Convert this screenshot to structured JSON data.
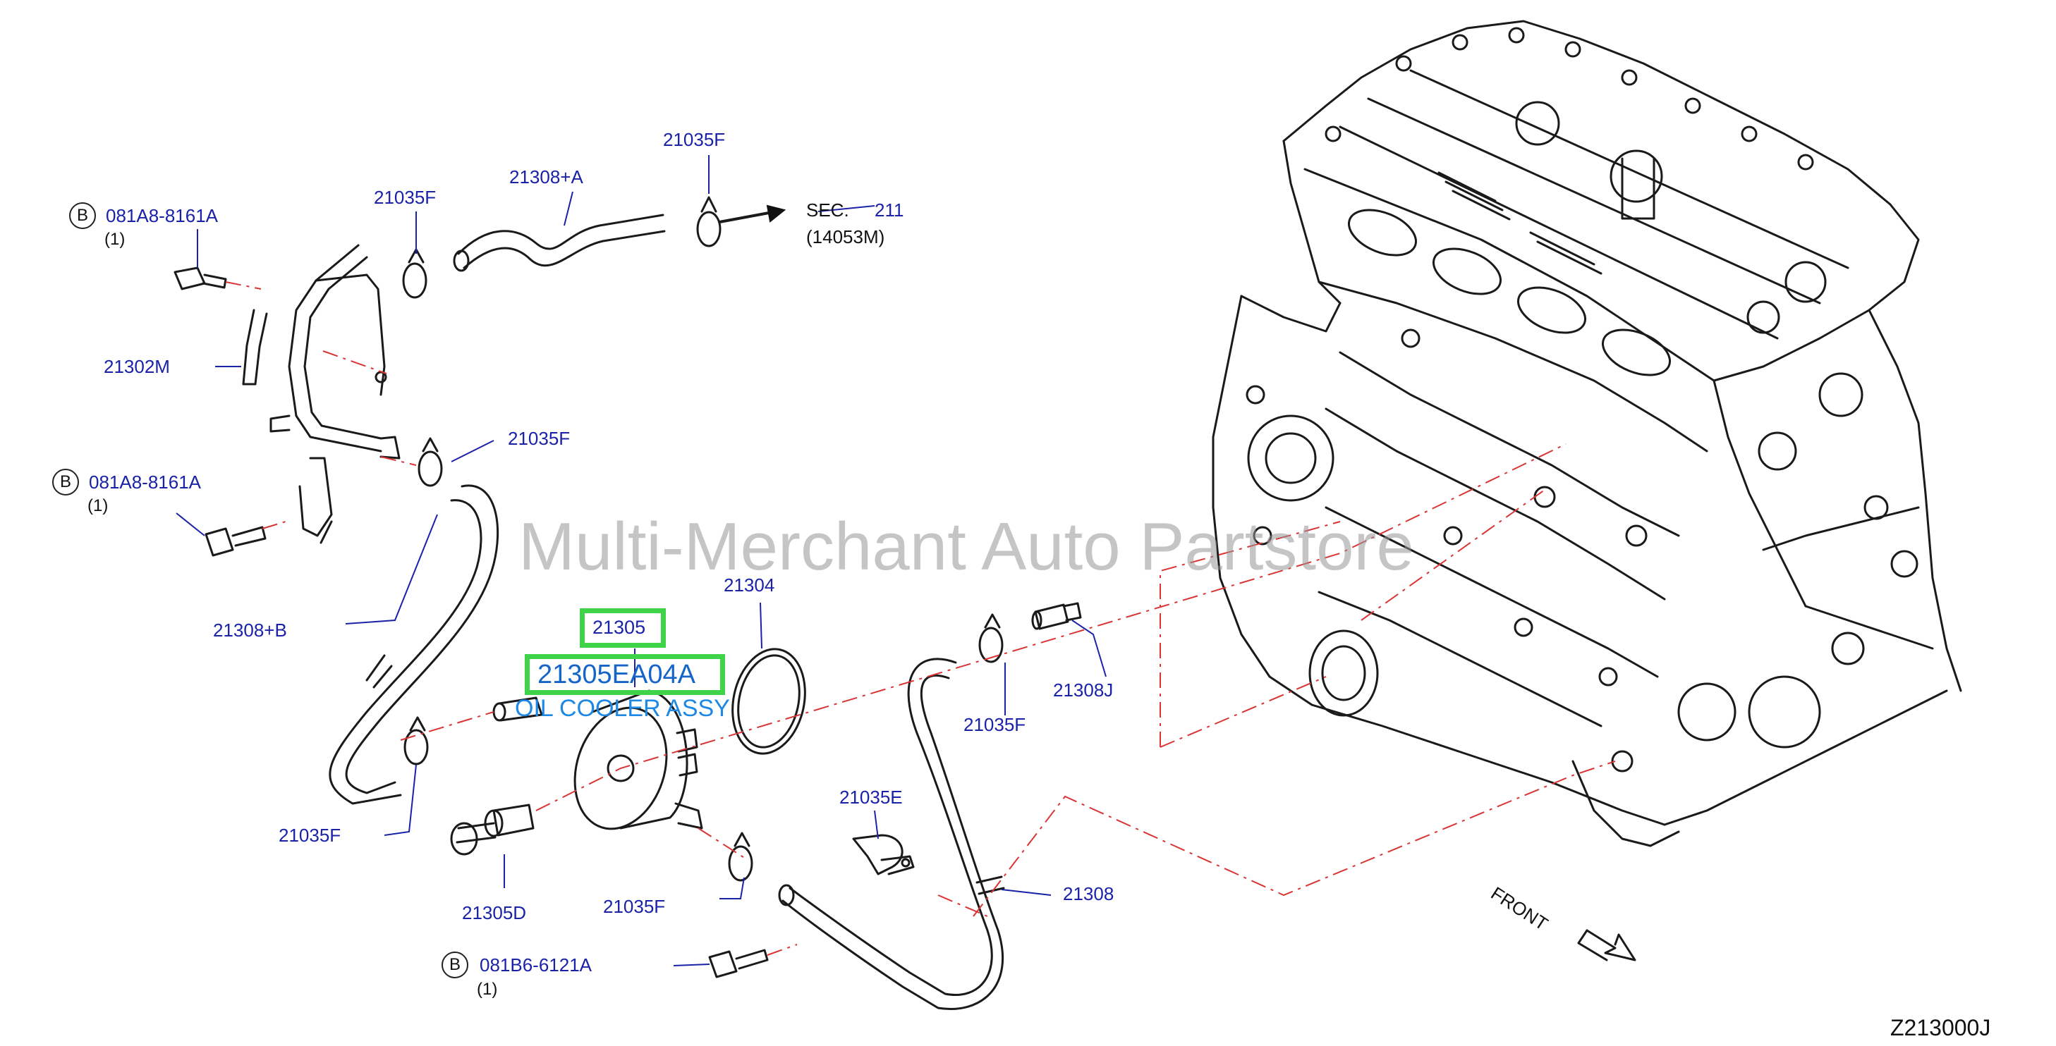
{
  "watermark": "Multi-Merchant Auto Partstore",
  "diagram_code": "Z213000J",
  "front_label": "FRONT",
  "section_ref": {
    "prefix": "SEC.",
    "number": "211",
    "sub": "(14053M)"
  },
  "bolts": [
    {
      "marker": "B",
      "part": "081A8-8161A",
      "qty": "(1)"
    },
    {
      "marker": "B",
      "part": "081A8-8161A",
      "qty": "(1)"
    },
    {
      "marker": "B",
      "part": "081B6-6121A",
      "qty": "(1)"
    }
  ],
  "parts": {
    "hose_a": "21308+A",
    "clamp_top_right": "21035F",
    "clamp_top_left": "21035F",
    "pipe": "21302M",
    "clamp_mid": "21035F",
    "hose_b": "21308+B",
    "clamp_lower_left": "21035F",
    "connector": "21305D",
    "clamp_lower_mid": "21035F",
    "gasket": "21304",
    "clamp_right": "21035F",
    "fitting": "21308J",
    "bracket_clip": "21035E",
    "hose": "21308"
  },
  "highlight": {
    "part": "21305",
    "part_number": "21305EA04A",
    "description": "OIL COOLER ASSY"
  }
}
